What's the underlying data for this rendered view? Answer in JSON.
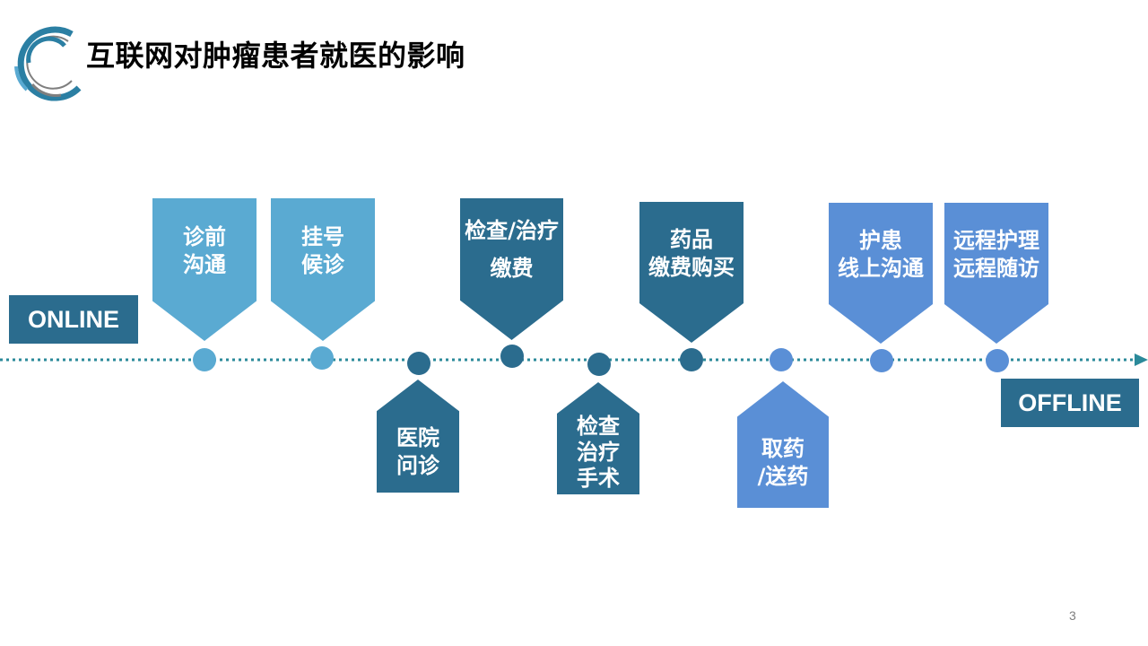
{
  "title": "互联网对肿瘤患者就医的影响",
  "labels": {
    "online": "ONLINE",
    "offline": "OFFLINE"
  },
  "colors": {
    "light_blue": "#5aaad2",
    "dark_teal": "#2b6c8e",
    "medium_blue": "#5a8fd6",
    "axis": "#2b8a9a",
    "logo_teal": "#2b7fa3",
    "logo_gray": "#7f7f7f"
  },
  "steps": [
    {
      "position": "above",
      "color": "light_blue",
      "lines": [
        "诊前",
        "沟通"
      ]
    },
    {
      "position": "above",
      "color": "light_blue",
      "lines": [
        "挂号",
        "候诊"
      ]
    },
    {
      "position": "below",
      "color": "dark_teal",
      "lines": [
        "医院",
        "问诊"
      ]
    },
    {
      "position": "above",
      "color": "dark_teal",
      "lines": [
        "检查/治疗",
        "缴费"
      ]
    },
    {
      "position": "below",
      "color": "dark_teal",
      "lines": [
        "检查",
        "治疗",
        "手术"
      ]
    },
    {
      "position": "above",
      "color": "dark_teal",
      "lines": [
        "药品",
        "缴费购买"
      ]
    },
    {
      "position": "below",
      "color": "medium_blue",
      "lines": [
        "取药",
        "/送药"
      ]
    },
    {
      "position": "above",
      "color": "medium_blue",
      "lines": [
        "护患",
        "线上沟通"
      ]
    },
    {
      "position": "above",
      "color": "medium_blue",
      "lines": [
        "远程护理",
        "远程随访"
      ]
    }
  ],
  "page_number": "3"
}
